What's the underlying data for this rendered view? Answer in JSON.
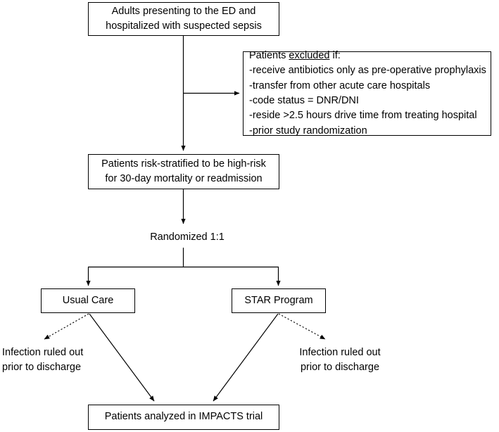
{
  "diagram": {
    "title": "IMPACTS trial participant flow diagram",
    "type": "flowchart",
    "nodes": {
      "intake": "Adults presenting to the ED and\nhospitalized with suspected sepsis",
      "excluded_heading_prefix": "Patients ",
      "excluded_heading_underlined": "excluded",
      "excluded_heading_suffix": " if:",
      "excluded_criteria": [
        "-receive antibiotics only as pre-operative prophylaxis",
        "-transfer from other acute care hospitals",
        "-code status = DNR/DNI",
        "-reside >2.5 hours drive time from treating hospital",
        "-prior study randomization"
      ],
      "risk_stratified": "Patients risk-stratified to be high-risk\nfor 30-day mortality or readmission",
      "randomized": "Randomized 1:1",
      "arm_left": "Usual Care",
      "arm_right": "STAR Program",
      "note_left": "Infection ruled out\nprior to discharge",
      "note_right": "Infection ruled out\nprior to discharge",
      "analyzed": "Patients analyzed in IMPACTS trial"
    },
    "colors": {
      "stroke": "#000000",
      "background": "#ffffff",
      "text": "#000000"
    }
  }
}
